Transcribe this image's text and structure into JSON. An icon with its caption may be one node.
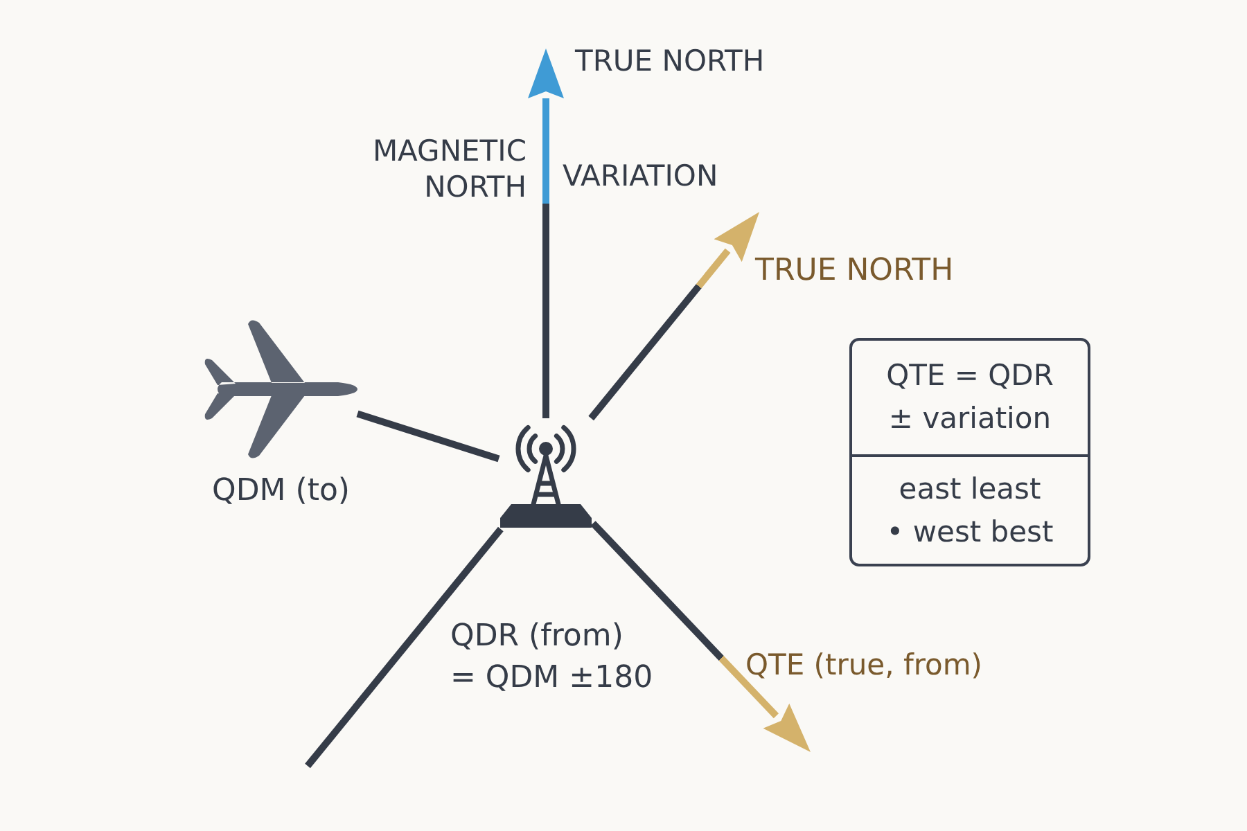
{
  "diagram": {
    "nodes": [
      {
        "text": [],
        "shape": "picture",
        "beside": [
          "QDM (to)"
        ]
      },
      {
        "text": [],
        "shape": "picture"
      },
      {
        "text": [
          "QTE = QDR ± variation",
          "east least • west best"
        ]
      }
    ],
    "edges": [
      {
        "from": 0,
        "to": 1,
        "arrow": "none"
      },
      {
        "from": 1,
        "to": null,
        "arrow": "to",
        "color": "#3f9bd5"
      },
      {
        "from": 1,
        "to": null,
        "arrow": "to",
        "color": "#d4b26b"
      },
      {
        "from": 1,
        "to": null,
        "arrow": "none"
      },
      {
        "from": 1,
        "to": null,
        "arrow": "to",
        "color": "#d4b26b"
      }
    ],
    "labels": [
      "TRUE NORTH",
      "MAGNETIC NORTH",
      "VARIATION",
      "TRUE NORTH",
      "QDR (from) = QDM ±180",
      "QTE (true, from)"
    ]
  }
}
